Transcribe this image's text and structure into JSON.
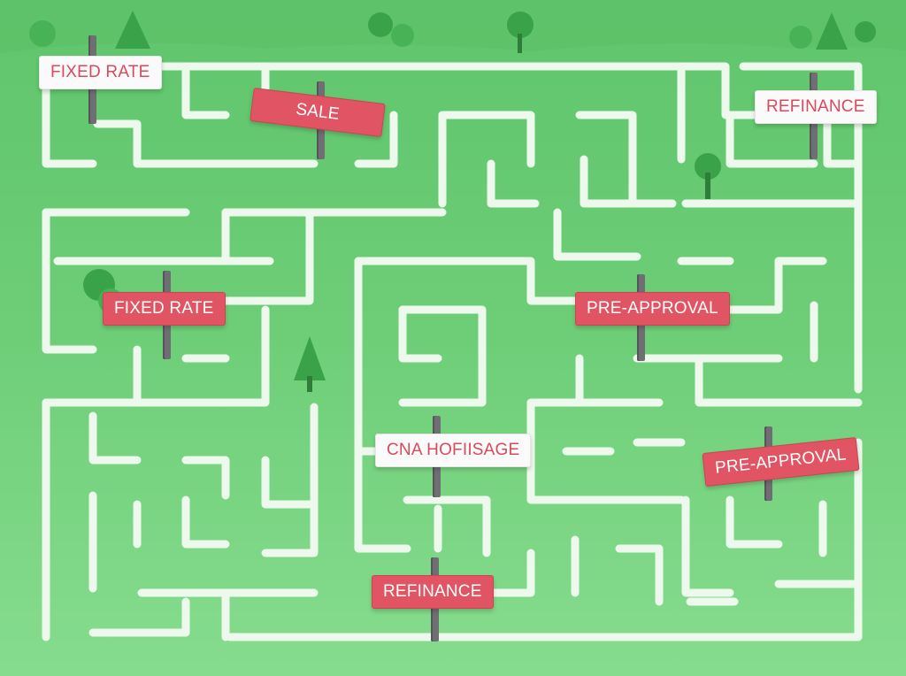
{
  "scene": {
    "colors": {
      "grass": "#66cc72",
      "path": "#eef9ee",
      "sign_red": "#e05463",
      "sign_white": "#fafafa",
      "sign_text_red": "#d84b5c",
      "post": "#6f6f73",
      "tree": "#3aa34a"
    }
  },
  "signs": [
    {
      "text": "FIXED RATE",
      "style": "white"
    },
    {
      "text": "SALE",
      "style": "red"
    },
    {
      "text": "REFINANCE",
      "style": "white"
    },
    {
      "text": "FIXED RATE",
      "style": "red"
    },
    {
      "text": "PRE-APPROVAL",
      "style": "red"
    },
    {
      "text": "CNA HOFIISAGE",
      "style": "white"
    },
    {
      "text": "PRE-APPROVAL",
      "style": "red"
    },
    {
      "text": "REFINANCE",
      "style": "red"
    }
  ]
}
